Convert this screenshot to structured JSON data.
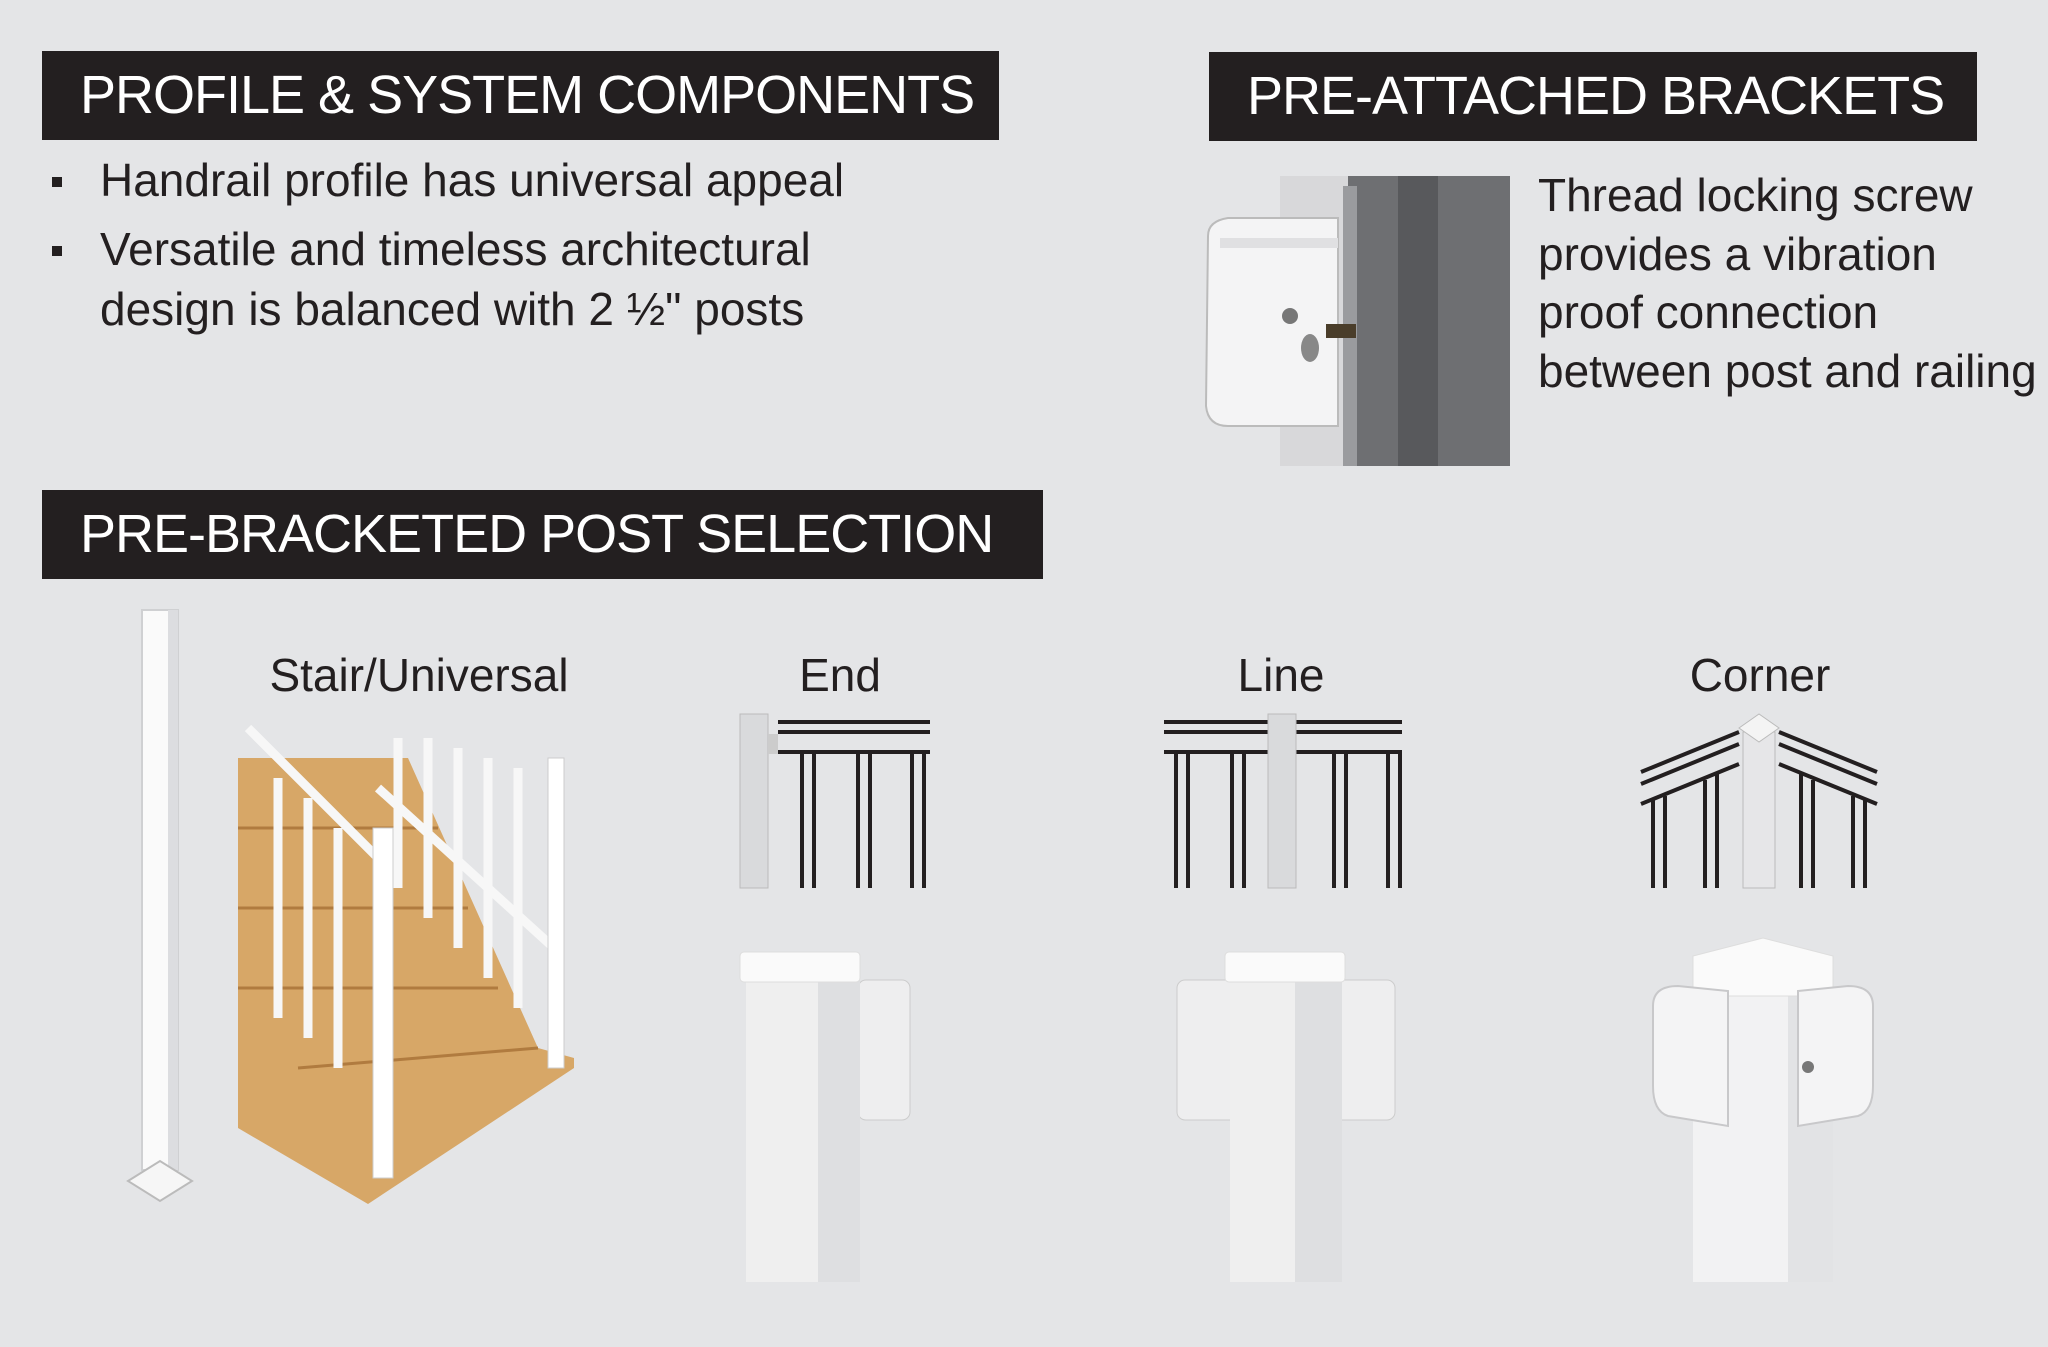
{
  "profile_section": {
    "title": "PROFILE & SYSTEM COMPONENTS",
    "bullets": [
      "Handrail profile has universal appeal",
      "Versatile and timeless architectural design is balanced with 2 ½\" posts"
    ]
  },
  "brackets_section": {
    "title": "PRE-ATTACHED BRACKETS",
    "description": "Thread locking screw provides a vibration proof connection between post and railing"
  },
  "post_section": {
    "title": "PRE-BRACKETED POST SELECTION",
    "posts": [
      {
        "label": "Stair/Universal"
      },
      {
        "label": "End"
      },
      {
        "label": "Line"
      },
      {
        "label": "Corner"
      }
    ]
  }
}
